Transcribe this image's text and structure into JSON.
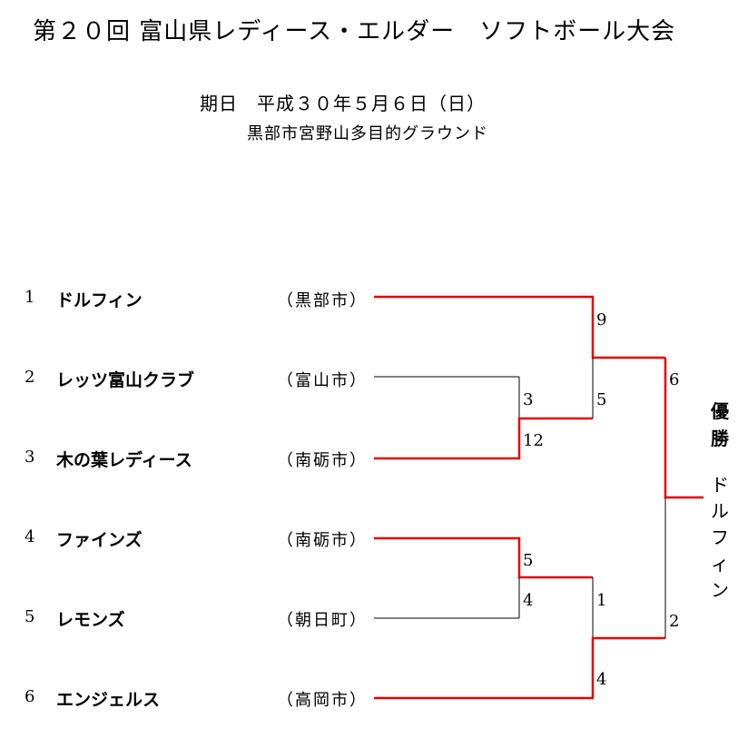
{
  "header": {
    "title": "第２０回 富山県レディース・エルダー　ソフトボール大会",
    "date_line": "期日　平成３０年５月６日（日）",
    "venue_line": "黒部市宮野山多目的グラウンド"
  },
  "teams": [
    {
      "seed": "1",
      "name": "ドルフィン",
      "city": "（黒部市）"
    },
    {
      "seed": "2",
      "name": "レッツ富山クラブ",
      "city": "（富山市）"
    },
    {
      "seed": "3",
      "name": "木の葉レディース",
      "city": "（南砺市）"
    },
    {
      "seed": "4",
      "name": "ファインズ",
      "city": "（南砺市）"
    },
    {
      "seed": "5",
      "name": "レモンズ",
      "city": "（朝日町）"
    },
    {
      "seed": "6",
      "name": "エンジェルス",
      "city": "（高岡市）"
    }
  ],
  "scores": {
    "r1_top": {
      "team2": "3",
      "team3": "12"
    },
    "r1_bottom": {
      "team4": "5",
      "team5": "4"
    },
    "semi_top": {
      "team1": "9",
      "winner_2_3": "5"
    },
    "semi_bottom": {
      "winner_4_5": "1",
      "team6": "4"
    },
    "final": {
      "top": "6",
      "bottom": "2"
    }
  },
  "champion": {
    "label_1": "優",
    "label_2": "勝",
    "name_chars": [
      "ド",
      "ル",
      "フ",
      "ィ",
      "ン"
    ]
  },
  "colors": {
    "winner_line": "#e60000",
    "loser_line": "#000000"
  }
}
